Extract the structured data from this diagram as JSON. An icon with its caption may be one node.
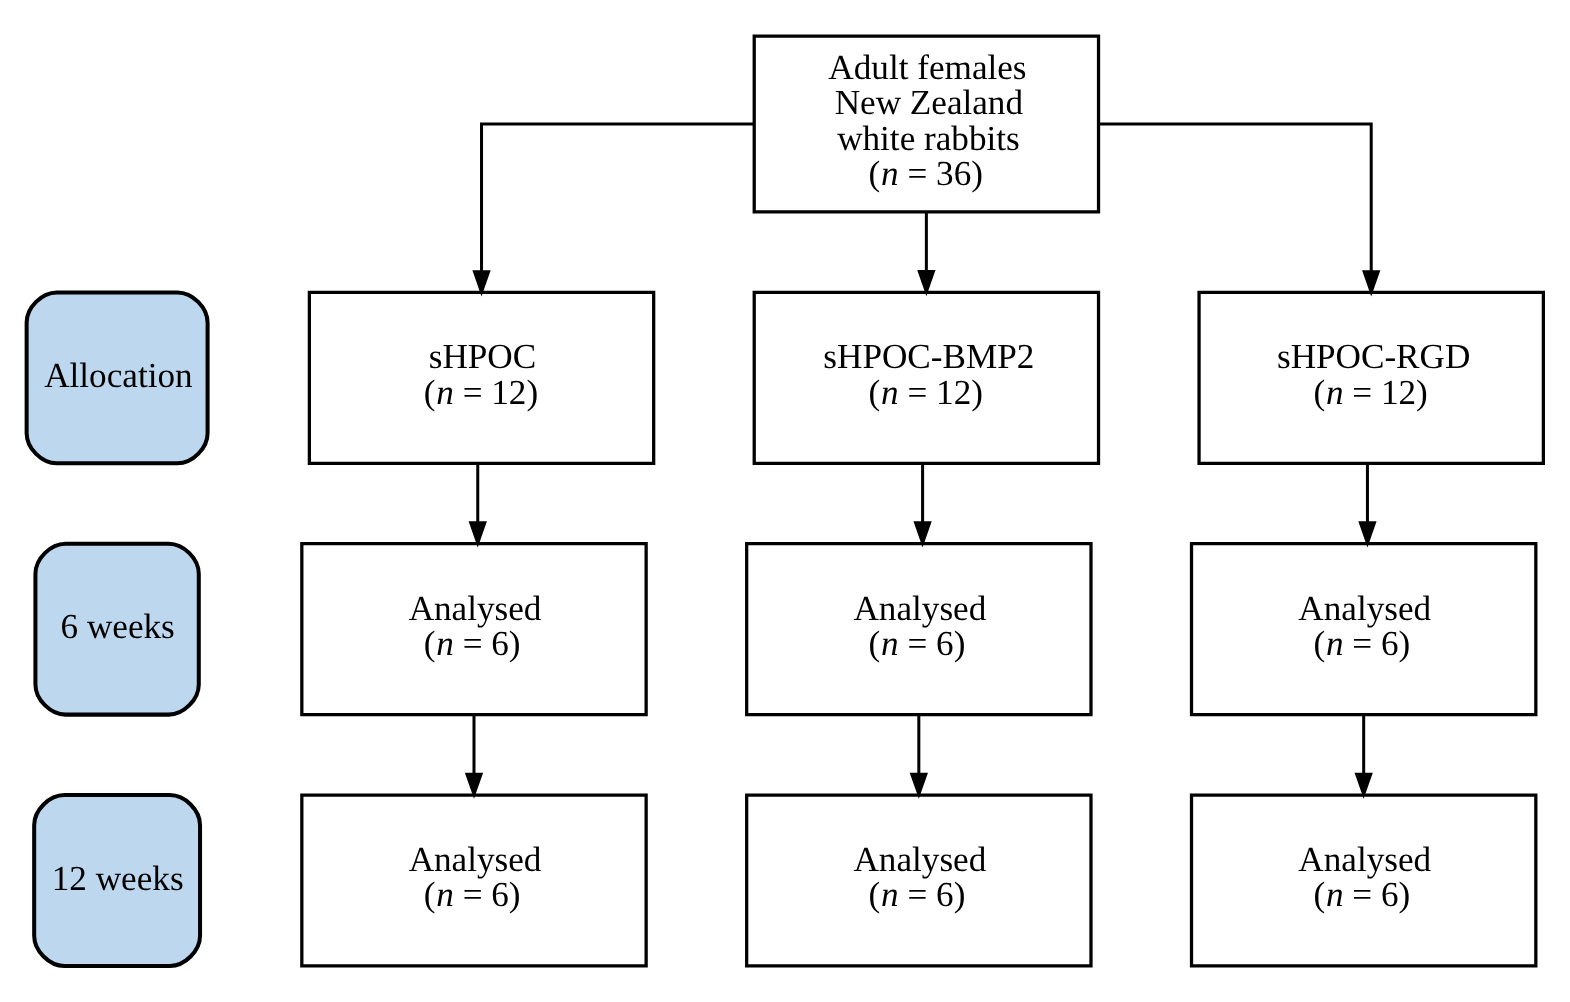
{
  "diagram": {
    "nodes": [
      {
        "text": [
          "Adult females New Zealand white rabbits",
          "(*n* = 36)"
        ]
      },
      {
        "text": [
          "Allocation"
        ]
      },
      {
        "text": [
          "sHPOC",
          "(*n* = 12)"
        ]
      },
      {
        "text": [
          "sHPOC-BMP2",
          "(*n* = 12)"
        ]
      },
      {
        "text": [
          "sHPOC-RGD",
          "(*n* = 12)"
        ]
      },
      {
        "text": [
          "6 weeks"
        ]
      },
      {
        "text": [
          "Analysed",
          "(*n* = 6)"
        ]
      },
      {
        "text": [
          "Analysed",
          "(*n* = 6)"
        ]
      },
      {
        "text": [
          "Analysed",
          "(*n* = 6)"
        ]
      },
      {
        "text": [
          "12 weeks"
        ]
      },
      {
        "text": [
          "Analysed",
          "(*n* = 6)"
        ]
      },
      {
        "text": [
          "Analysed",
          "(*n* = 6)"
        ]
      },
      {
        "text": [
          "Analysed",
          "(*n* = 6)"
        ]
      }
    ],
    "edges": [
      {
        "from": 0,
        "to": 2,
        "arrow": "to"
      },
      {
        "from": 0,
        "to": 3,
        "arrow": "to"
      },
      {
        "from": 0,
        "to": 4,
        "arrow": "to"
      },
      {
        "from": 2,
        "to": 6,
        "arrow": "to"
      },
      {
        "from": 3,
        "to": 7,
        "arrow": "to"
      },
      {
        "from": 4,
        "to": 8,
        "arrow": "to"
      },
      {
        "from": 6,
        "to": 10,
        "arrow": "to"
      },
      {
        "from": 7,
        "to": 11,
        "arrow": "to"
      },
      {
        "from": 8,
        "to": 12,
        "arrow": "to"
      }
    ]
  }
}
